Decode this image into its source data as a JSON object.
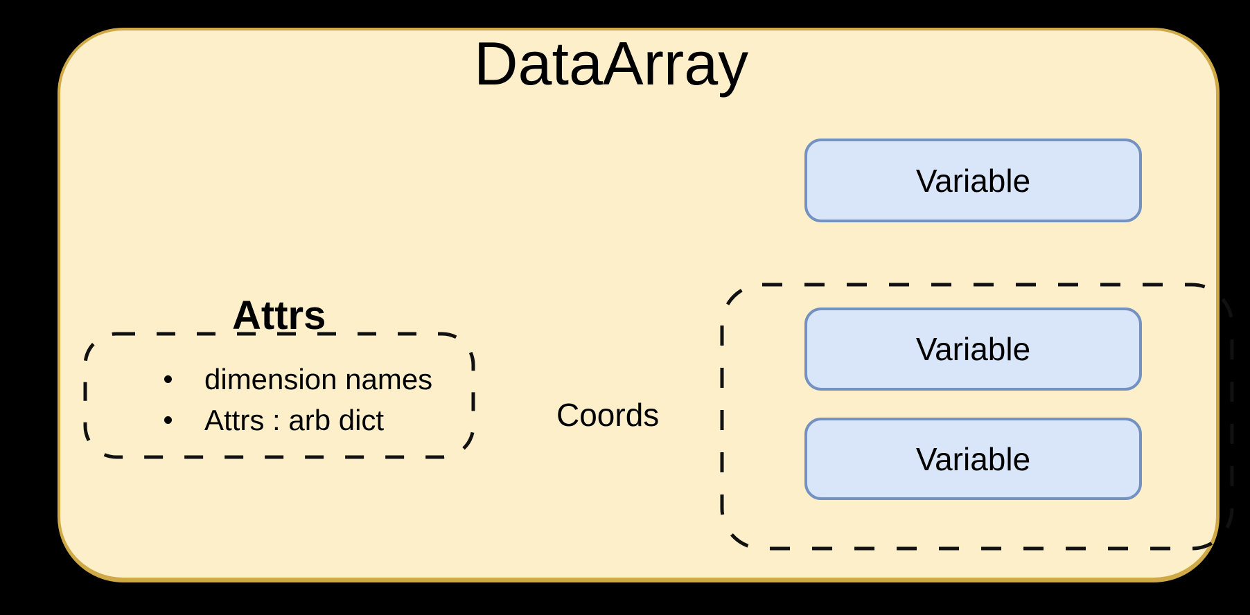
{
  "diagram": {
    "title": "DataArray",
    "top_variable": {
      "label": "Variable"
    },
    "attrs": {
      "heading": "Attrs",
      "bullets": [
        "dimension names",
        "Attrs : arb dict"
      ]
    },
    "coords": {
      "label": "Coords",
      "variables": [
        {
          "label": "Variable"
        },
        {
          "label": "Variable"
        }
      ]
    },
    "colors": {
      "background": "#000000",
      "container_fill": "#FCEFCA",
      "container_border": "#CFA945",
      "variable_fill": "#D9E5F8",
      "variable_border": "#7391C1",
      "dashed_stroke": "#111111",
      "text": "#000000"
    }
  }
}
